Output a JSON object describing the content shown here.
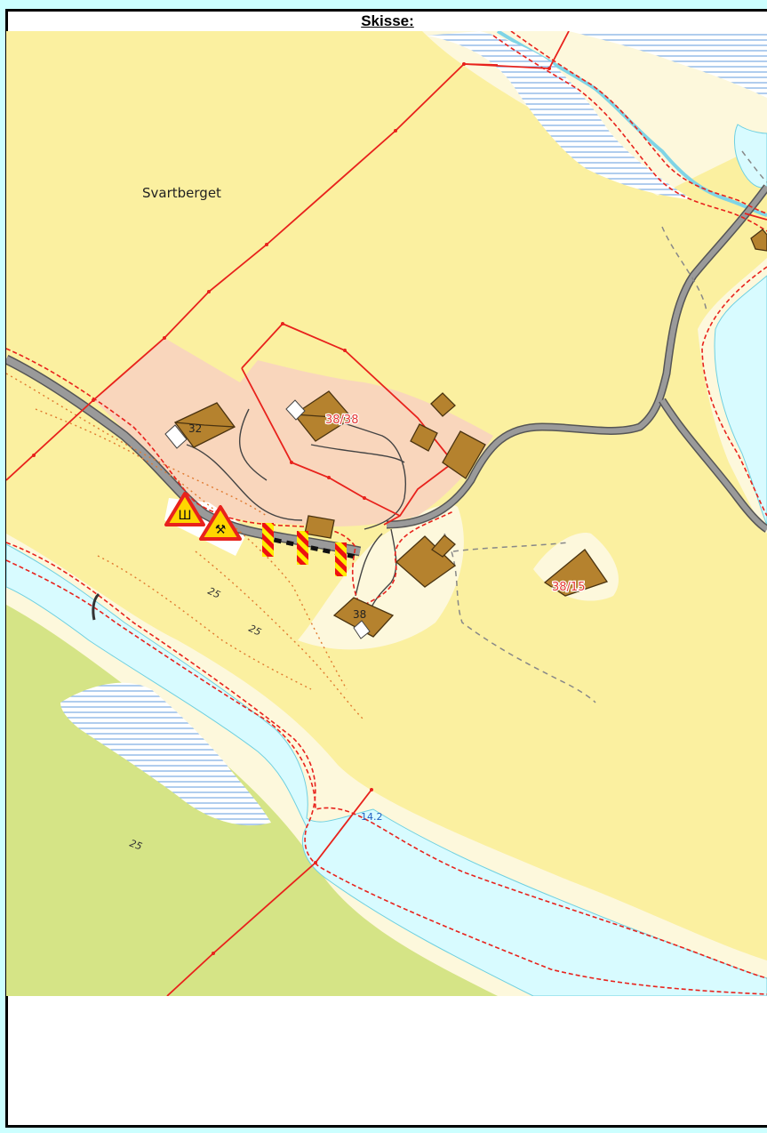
{
  "header": {
    "title": "Skisse:"
  },
  "map": {
    "place_name": "Svartberget",
    "parcel_labels": [
      "32",
      "38/38",
      "38/15",
      "38"
    ],
    "contour_labels": [
      "25",
      "25",
      "25"
    ],
    "depth_label": "14.2",
    "warning_signs": [
      {
        "name": "uneven-road-warning-sign",
        "glyph": "⚠"
      },
      {
        "name": "roadwork-warning-sign",
        "glyph": "⚠"
      }
    ],
    "colors": {
      "land": "#fbf0a0",
      "water": "#d8fbff",
      "forest": "#d5e486",
      "settlement": "#f9d6bc",
      "boundary": "#e8221c",
      "road": "#8c8c8c",
      "building": "#b5822e"
    }
  }
}
